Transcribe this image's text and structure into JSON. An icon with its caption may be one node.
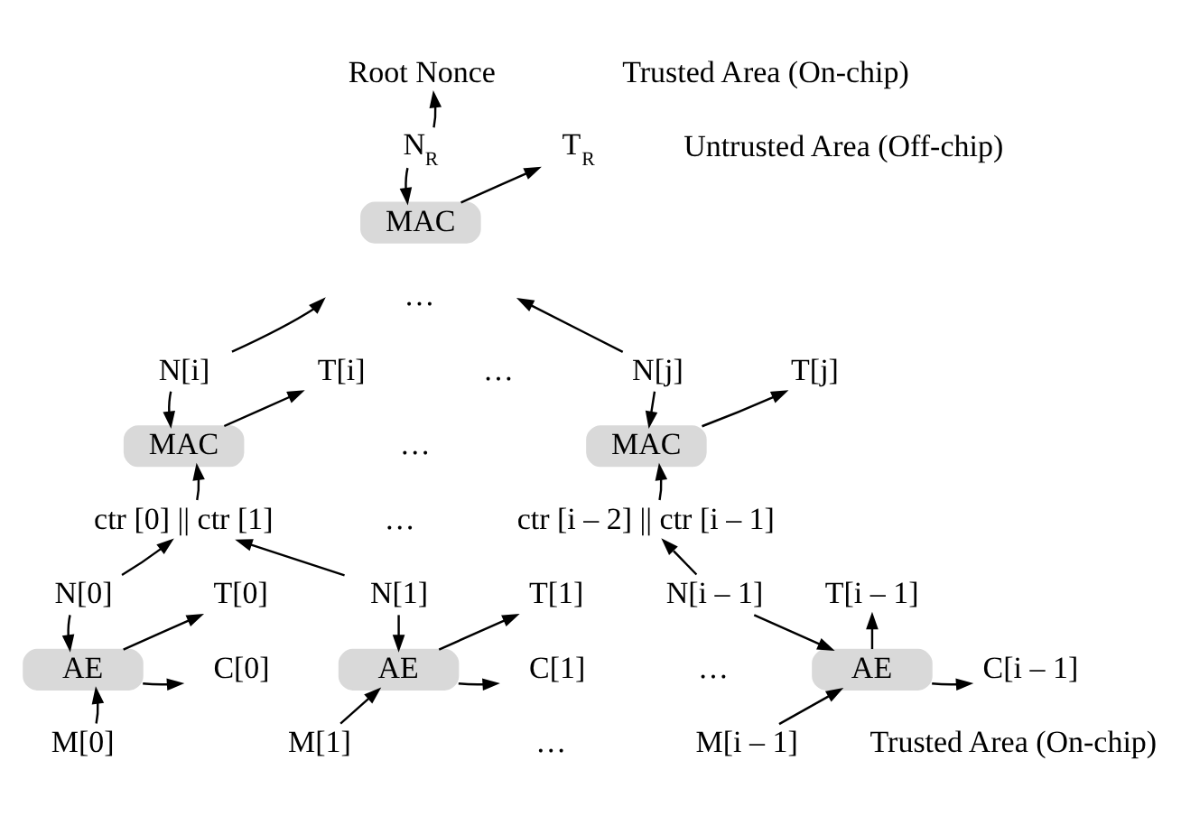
{
  "diagram": {
    "nodes": [
      {
        "text": [
          "Root Nonce"
        ]
      },
      {
        "text": [
          "N$_{R}$"
        ]
      },
      {
        "text": [
          "T$_{R}$"
        ]
      },
      {
        "text": [
          "MAC"
        ]
      },
      {
        "text": [
          "N[i]"
        ]
      },
      {
        "text": [
          "T[i]"
        ]
      },
      {
        "text": [
          "MAC"
        ]
      },
      {
        "text": [
          "N[j]"
        ]
      },
      {
        "text": [
          "T[j]"
        ]
      },
      {
        "text": [
          "MAC"
        ]
      },
      {
        "text": [
          "ctr [0] || ctr [1]"
        ]
      },
      {
        "text": [
          "ctr [i – 2] || ctr [i – 1]"
        ]
      },
      {
        "text": [
          "N[0]"
        ]
      },
      {
        "text": [
          "T[0]"
        ]
      },
      {
        "text": [
          "AE"
        ]
      },
      {
        "text": [
          "C[0]"
        ]
      },
      {
        "text": [
          "M[0]"
        ]
      },
      {
        "text": [
          "N[1]"
        ]
      },
      {
        "text": [
          "T[1]"
        ]
      },
      {
        "text": [
          "AE"
        ]
      },
      {
        "text": [
          "C[1]"
        ]
      },
      {
        "text": [
          "M[1]"
        ]
      },
      {
        "text": [
          "N[i – 1]"
        ]
      },
      {
        "text": [
          "T[i – 1]"
        ]
      },
      {
        "text": [
          "AE"
        ]
      },
      {
        "text": [
          "C[i – 1]"
        ]
      },
      {
        "text": [
          "M[i – 1]"
        ]
      }
    ],
    "edges": [
      {
        "from": 1,
        "to": 0,
        "arrow": "to"
      },
      {
        "from": 1,
        "to": 3,
        "arrow": "to"
      },
      {
        "from": 3,
        "to": 2,
        "arrow": "to"
      },
      {
        "from": 4,
        "to": null,
        "arrow": "to"
      },
      {
        "from": 4,
        "to": 6,
        "arrow": "to"
      },
      {
        "from": 6,
        "to": 5,
        "arrow": "to"
      },
      {
        "from": 10,
        "to": 6,
        "arrow": "to"
      },
      {
        "from": 7,
        "to": null,
        "arrow": "to"
      },
      {
        "from": 7,
        "to": 9,
        "arrow": "to"
      },
      {
        "from": 9,
        "to": 8,
        "arrow": "to"
      },
      {
        "from": 11,
        "to": 9,
        "arrow": "to"
      },
      {
        "from": 12,
        "to": 10,
        "arrow": "to"
      },
      {
        "from": 17,
        "to": 10,
        "arrow": "to"
      },
      {
        "from": 22,
        "to": 11,
        "arrow": "to"
      },
      {
        "from": 12,
        "to": 14,
        "arrow": "to"
      },
      {
        "from": 14,
        "to": 13,
        "arrow": "to"
      },
      {
        "from": 14,
        "to": 15,
        "arrow": "to"
      },
      {
        "from": 16,
        "to": 14,
        "arrow": "to"
      },
      {
        "from": 17,
        "to": 19,
        "arrow": "to"
      },
      {
        "from": 19,
        "to": 18,
        "arrow": "to"
      },
      {
        "from": 19,
        "to": 20,
        "arrow": "to"
      },
      {
        "from": 21,
        "to": 19,
        "arrow": "to"
      },
      {
        "from": 22,
        "to": 24,
        "arrow": "to"
      },
      {
        "from": 24,
        "to": 23,
        "arrow": "to"
      },
      {
        "from": 24,
        "to": 25,
        "arrow": "to"
      },
      {
        "from": 26,
        "to": 24,
        "arrow": "to"
      }
    ],
    "labels": [
      "Trusted Area (On-chip)",
      "Untrusted Area (Off-chip)",
      "…",
      "…",
      "…",
      "…",
      "…",
      "…",
      "Trusted Area (On-chip)"
    ]
  }
}
